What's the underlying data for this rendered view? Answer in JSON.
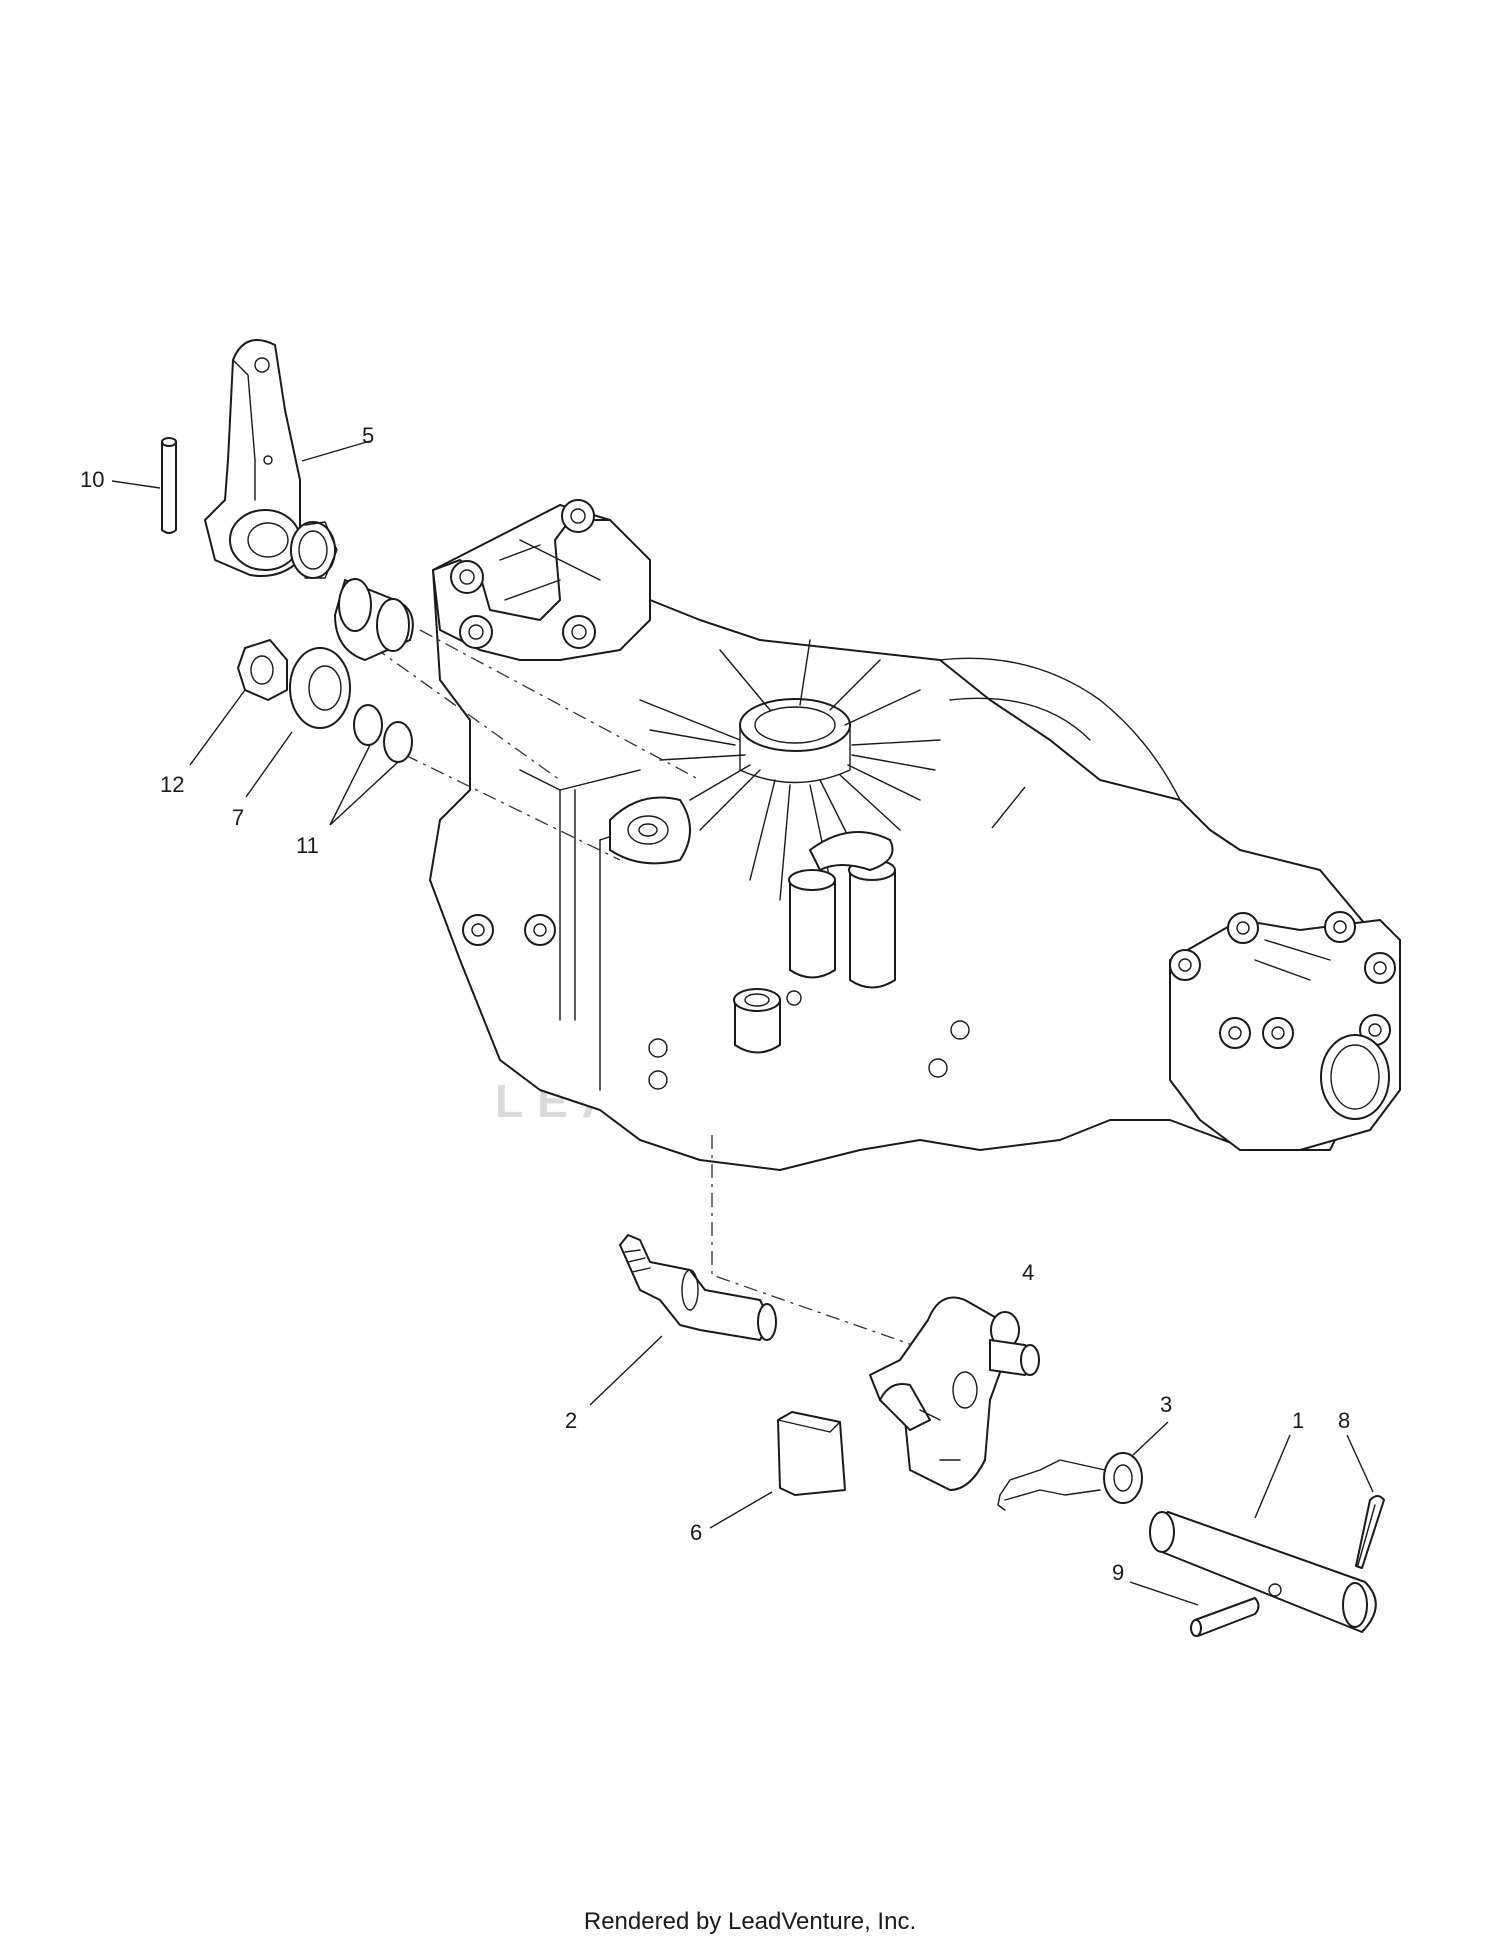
{
  "diagram": {
    "callouts": [
      "1",
      "2",
      "3",
      "4",
      "5",
      "6",
      "7",
      "8",
      "9",
      "10",
      "11",
      "12"
    ],
    "watermark": "LEADVENTURE"
  },
  "footer": {
    "credit": "Rendered by LeadVenture, Inc."
  }
}
